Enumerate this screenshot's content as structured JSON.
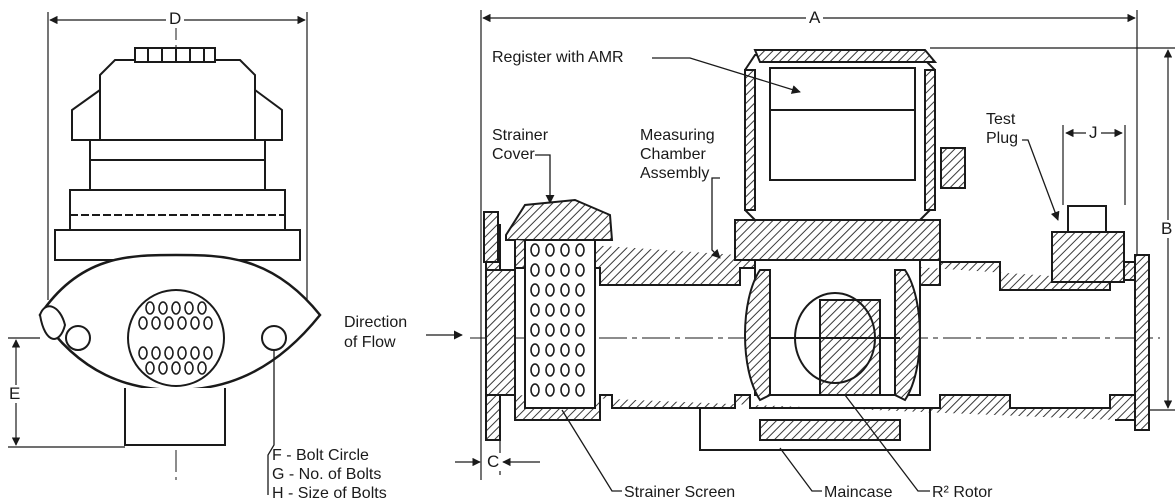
{
  "dimensions": {
    "a": "A",
    "b": "B",
    "c": "C",
    "d": "D",
    "e": "E",
    "j": "J"
  },
  "labels": {
    "register": "Register with AMR",
    "strainer_cover_1": "Strainer",
    "strainer_cover_2": "Cover",
    "measuring_1": "Measuring",
    "measuring_2": "Chamber",
    "measuring_3": "Assembly",
    "test_plug_1": "Test",
    "test_plug_2": "Plug",
    "direction_1": "Direction",
    "direction_2": "of Flow",
    "bolt_circle": "F - Bolt Circle",
    "bolt_count": "G - No. of Bolts",
    "bolt_size": "H - Size of Bolts",
    "strainer_screen": "Strainer Screen",
    "maincase": "Maincase",
    "rotor": "R² Rotor"
  },
  "colors": {
    "ink": "#1a1a1a",
    "hatch": "#3a3a3a",
    "paper": "#ffffff"
  }
}
